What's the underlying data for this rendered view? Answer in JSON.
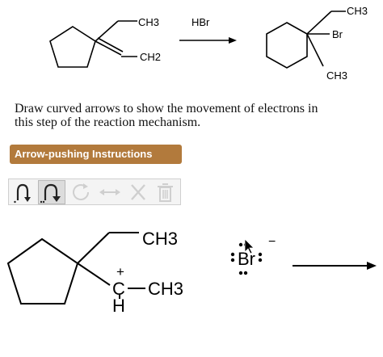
{
  "reaction": {
    "reactant": {
      "methyl_label": "CH3",
      "methylene_label": "CH2"
    },
    "reagent_label": "HBr",
    "product": {
      "methyl_top_label": "CH3",
      "bromo_label": "Br",
      "methyl_bottom_label": "CH3"
    }
  },
  "prompt": {
    "line1": "Draw curved arrows to show the movement of electrons in",
    "line2": "this step of the reaction mechanism."
  },
  "instructions_button": {
    "label": "Arrow-pushing Instructions"
  },
  "toolbar": {
    "tools": [
      {
        "name": "single-electron-arrow",
        "state": "enabled"
      },
      {
        "name": "electron-pair-arrow",
        "state": "selected"
      },
      {
        "name": "rotate-arrow",
        "state": "disabled"
      },
      {
        "name": "resize-arrow",
        "state": "disabled"
      },
      {
        "name": "delete-x",
        "state": "disabled"
      },
      {
        "name": "trash",
        "state": "disabled"
      }
    ]
  },
  "canvas": {
    "carbocation": {
      "methyl_top_label": "CH3",
      "charge": "+",
      "carbon_label": "C",
      "methyl_right_label": "CH3",
      "hydrogen_label": "H"
    },
    "bromide": {
      "label": "Br",
      "charge": "−"
    }
  }
}
